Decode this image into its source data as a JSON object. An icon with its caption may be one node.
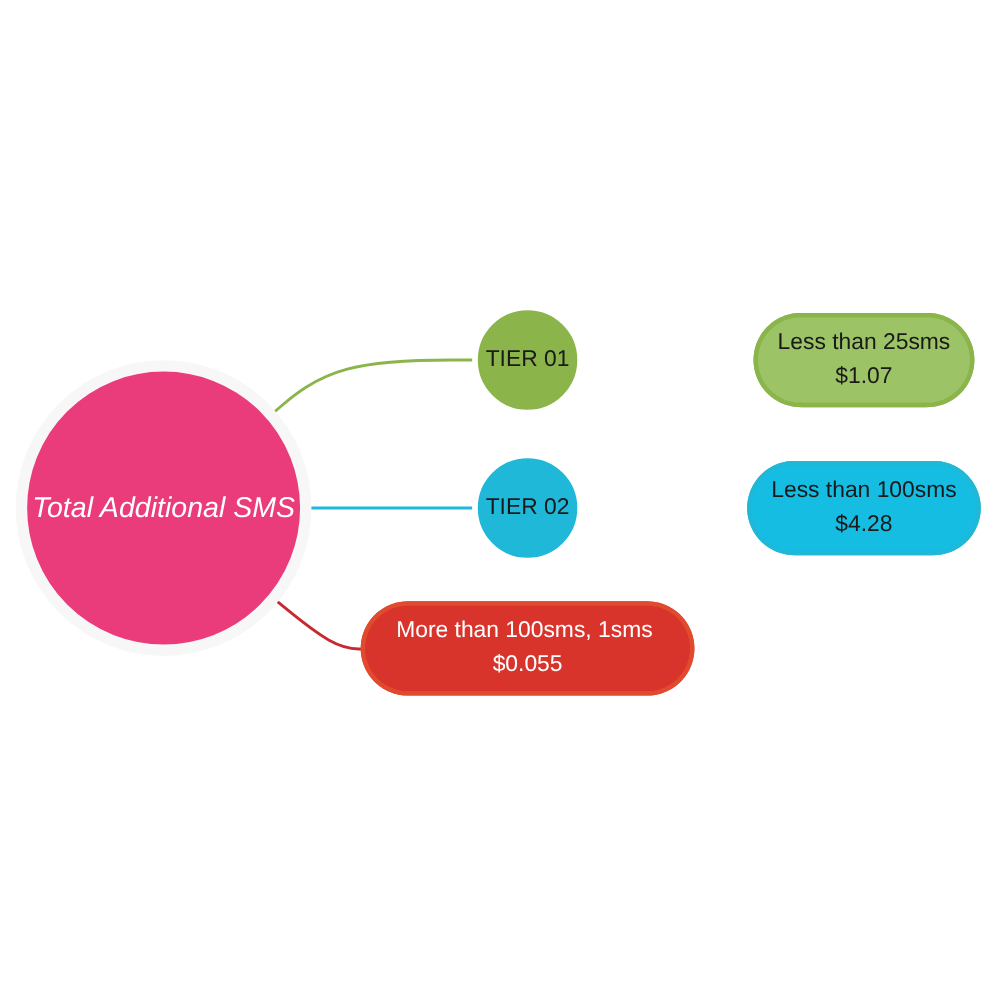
{
  "diagram": {
    "nodes": [
      {
        "text": [
          "Total Additional SMS"
        ]
      },
      {
        "text": [
          "TIER 01"
        ]
      },
      {
        "text": [
          "Less than 25sms",
          "$1.07"
        ]
      },
      {
        "text": [
          "TIER 02"
        ]
      },
      {
        "text": [
          "Less than 100sms",
          "$4.28"
        ]
      },
      {
        "text": [
          "More than 100sms, 1sms $0.055"
        ]
      }
    ],
    "edges": [
      {
        "from": 0,
        "to": 1,
        "arrow": "none",
        "color": "#8bb54a"
      },
      {
        "from": 0,
        "to": 3,
        "arrow": "none",
        "color": "#1fb8d8"
      },
      {
        "from": 0,
        "to": 5,
        "arrow": "none",
        "color": "#c62a2f"
      }
    ]
  }
}
